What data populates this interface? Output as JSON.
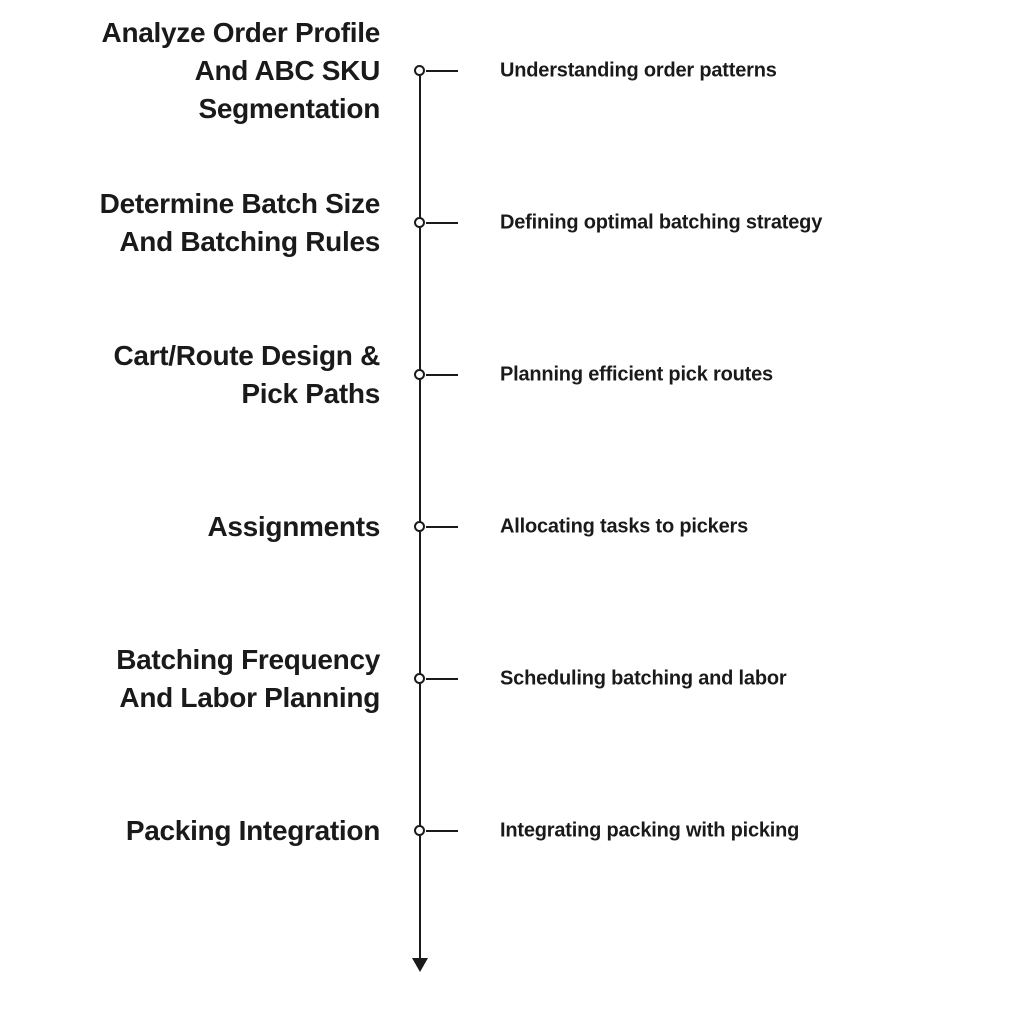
{
  "diagram": {
    "type": "vertical-timeline",
    "background_color": "#ffffff",
    "line_color": "#1a1a1a",
    "text_color": "#1a1a1a",
    "node_style": "open-circle",
    "end_marker": "down-arrow",
    "steps": [
      {
        "title": "Analyze Order Profile\nAnd ABC SKU\nSegmentation",
        "description": "Understanding order patterns"
      },
      {
        "title": "Determine Batch Size\nAnd Batching Rules",
        "description": "Defining optimal batching strategy"
      },
      {
        "title": "Cart/Route Design &\nPick Paths",
        "description": "Planning efficient pick routes"
      },
      {
        "title": "Assignments",
        "description": "Allocating tasks to pickers"
      },
      {
        "title": "Batching Frequency\nAnd Labor Planning",
        "description": "Scheduling batching and labor"
      },
      {
        "title": "Packing Integration",
        "description": "Integrating packing with picking"
      }
    ]
  }
}
